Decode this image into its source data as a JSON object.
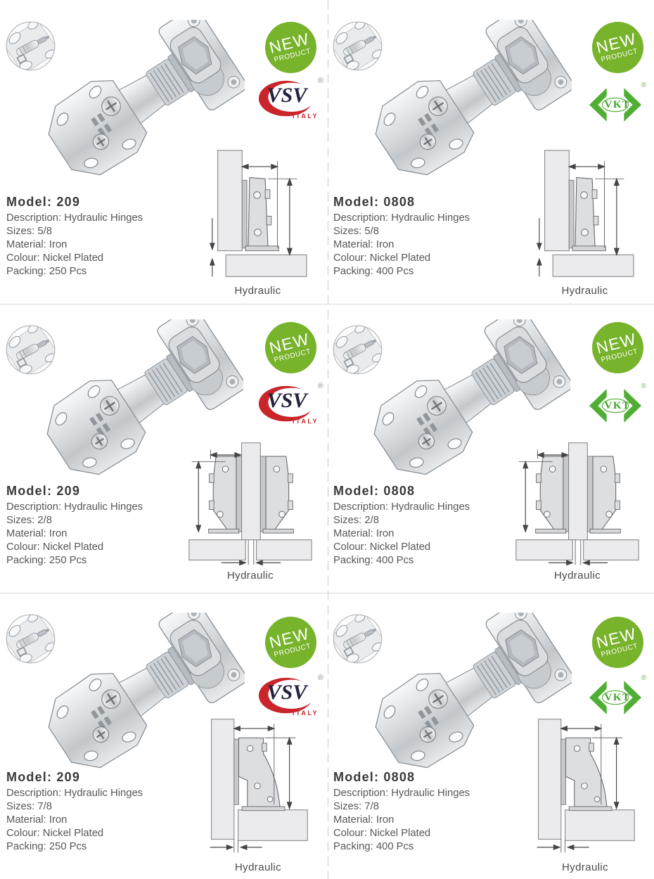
{
  "badge": {
    "line1": "NEW",
    "line2": "PRODUCT"
  },
  "brands": {
    "vsv": {
      "name": "VSV",
      "country": "ITALY",
      "registered": "®"
    },
    "vkt": {
      "name": "VKT",
      "registered": "®"
    }
  },
  "labels": {
    "diagram_caption": "Hydraulic"
  },
  "colors": {
    "badge_green": "#77b32b",
    "vkt_green": "#4fae33",
    "vsv_red": "#c9252b",
    "vsv_navy": "#23233f",
    "spec_text": "#57575a",
    "panel_fill": "#ebebed"
  },
  "cells": [
    {
      "brand": "vsv",
      "model": "Model: 209",
      "description": "Description: Hydraulic Hinges",
      "sizes": "Sizes: 5/8",
      "material": "Material: Iron",
      "colour": "Colour: Nickel Plated",
      "packing": "Packing: 250 Pcs"
    },
    {
      "brand": "vkt",
      "model": "Model: 0808",
      "description": "Description: Hydraulic Hinges",
      "sizes": "Sizes: 5/8",
      "material": "Material: Iron",
      "colour": "Colour: Nickel Plated",
      "packing": "Packing: 400 Pcs"
    },
    {
      "brand": "vsv",
      "model": "Model: 209",
      "description": "Description: Hydraulic Hinges",
      "sizes": "Sizes: 2/8",
      "material": "Material: Iron",
      "colour": "Colour: Nickel Plated",
      "packing": "Packing: 250 Pcs"
    },
    {
      "brand": "vkt",
      "model": "Model: 0808",
      "description": "Description: Hydraulic Hinges",
      "sizes": "Sizes: 2/8",
      "material": "Material: Iron",
      "colour": "Colour: Nickel Plated",
      "packing": "Packing: 400 Pcs"
    },
    {
      "brand": "vsv",
      "model": "Model: 209",
      "description": "Description: Hydraulic Hinges",
      "sizes": "Sizes: 7/8",
      "material": "Material: Iron",
      "colour": "Colour: Nickel Plated",
      "packing": "Packing: 250 Pcs"
    },
    {
      "brand": "vkt",
      "model": "Model: 0808",
      "description": "Description: Hydraulic Hinges",
      "sizes": "Sizes: 7/8",
      "material": "Material: Iron",
      "colour": "Colour: Nickel Plated",
      "packing": "Packing: 400 Pcs"
    }
  ]
}
